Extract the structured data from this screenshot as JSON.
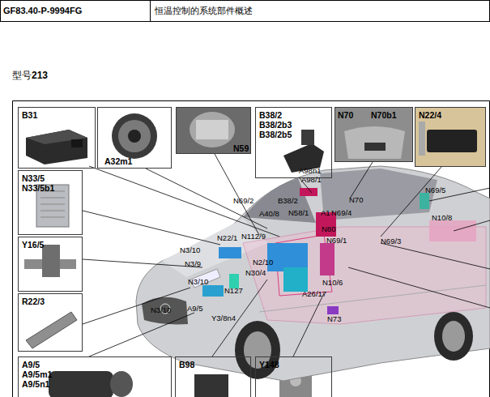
{
  "diagram": {
    "nodes": [
      {
        "text": [
          "B31"
        ]
      },
      {
        "text": [
          "A32m1"
        ]
      },
      {
        "text": [
          "N59"
        ]
      },
      {
        "text": [
          "B38/2 B38/2b3 B38/2b5"
        ]
      },
      {
        "text": [
          "N70",
          "N70b1"
        ]
      },
      {
        "text": [
          "N22/4"
        ]
      },
      {
        "text": [
          "N33/5 N33/5b1"
        ]
      },
      {
        "text": [
          "Y16/5"
        ]
      },
      {
        "text": [
          "R22/3"
        ]
      },
      {
        "text": [
          "A9/5 A9/5m1 A9/5n1"
        ]
      },
      {
        "text": [
          "B98"
        ]
      },
      {
        "text": [
          "Y148"
        ]
      }
    ],
    "labels": [
      "GF83.40-P-9994FG",
      "恒温控制的系统部件概述",
      "型号",
      "213",
      "N69/2",
      "A98n1",
      "A98/1",
      "B38/2",
      "N70",
      "N69/5",
      "N10/8",
      "N22/1",
      "N112/9",
      "A40/8",
      "N58/1",
      "A1",
      "N69/4",
      "N80",
      "N69/1",
      "N69/3",
      "N3/10",
      "N3/9",
      "N2/10",
      "N30/4",
      "N3/10",
      "N127",
      "N10/6",
      "A26/17",
      "N3/10",
      "A9/5",
      "Y3/8n4",
      "N73"
    ]
  }
}
